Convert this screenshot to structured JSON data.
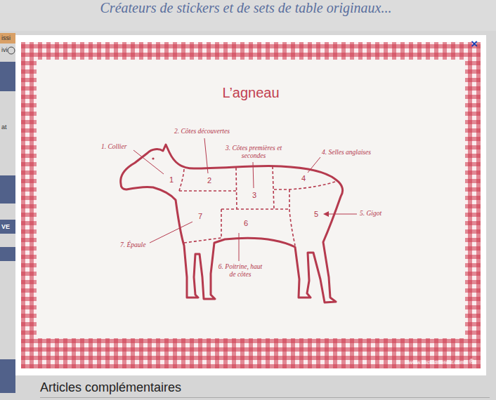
{
  "diagram": {
    "title": "L’agneau",
    "labels": [
      "Créateurs de stickers et de sets de table originaux...",
      "issi",
      "ivi",
      "at",
      "VE",
      "×",
      "1. Collier",
      "2. Côtes découvertes",
      "3. Côtes premières et secondes",
      "4. Selles anglaises",
      "5. Gigot",
      "6. Poitrine, haut de côtes",
      "7. Épaule",
      "1",
      "2",
      "3",
      "4",
      "5",
      "6",
      "7",
      "www.stick-different.com",
      "®",
      "Articles complémentaires"
    ]
  }
}
